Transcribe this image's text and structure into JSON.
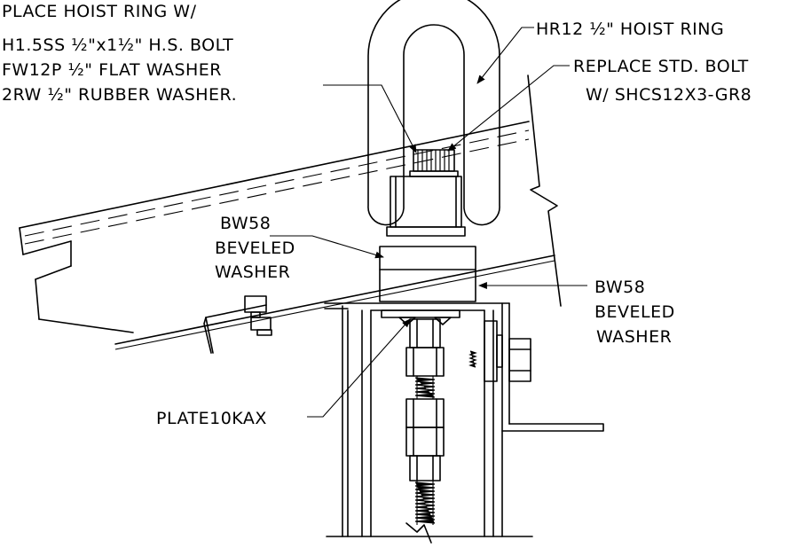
{
  "labels": {
    "hoist_ring_install": [
      "PLACE HOIST RING W/",
      "H1.5SS ½\"x1½\" H.S. BOLT",
      "FW12P ½\" FLAT WASHER",
      "2RW ½\" RUBBER WASHER."
    ],
    "hoist_ring": "HR12 ½\" HOIST RING",
    "replace_bolt": [
      "REPLACE STD. BOLT",
      "W/ SHCS12X3-GR8"
    ],
    "beveled_washer_left": [
      "BW58",
      "BEVELED",
      "WASHER"
    ],
    "beveled_washer_right": [
      "BW58",
      "BEVELED",
      "WASHER"
    ],
    "plate": "PLATE10KAX"
  },
  "colors": {
    "line": "#000000",
    "background": "#ffffff"
  }
}
